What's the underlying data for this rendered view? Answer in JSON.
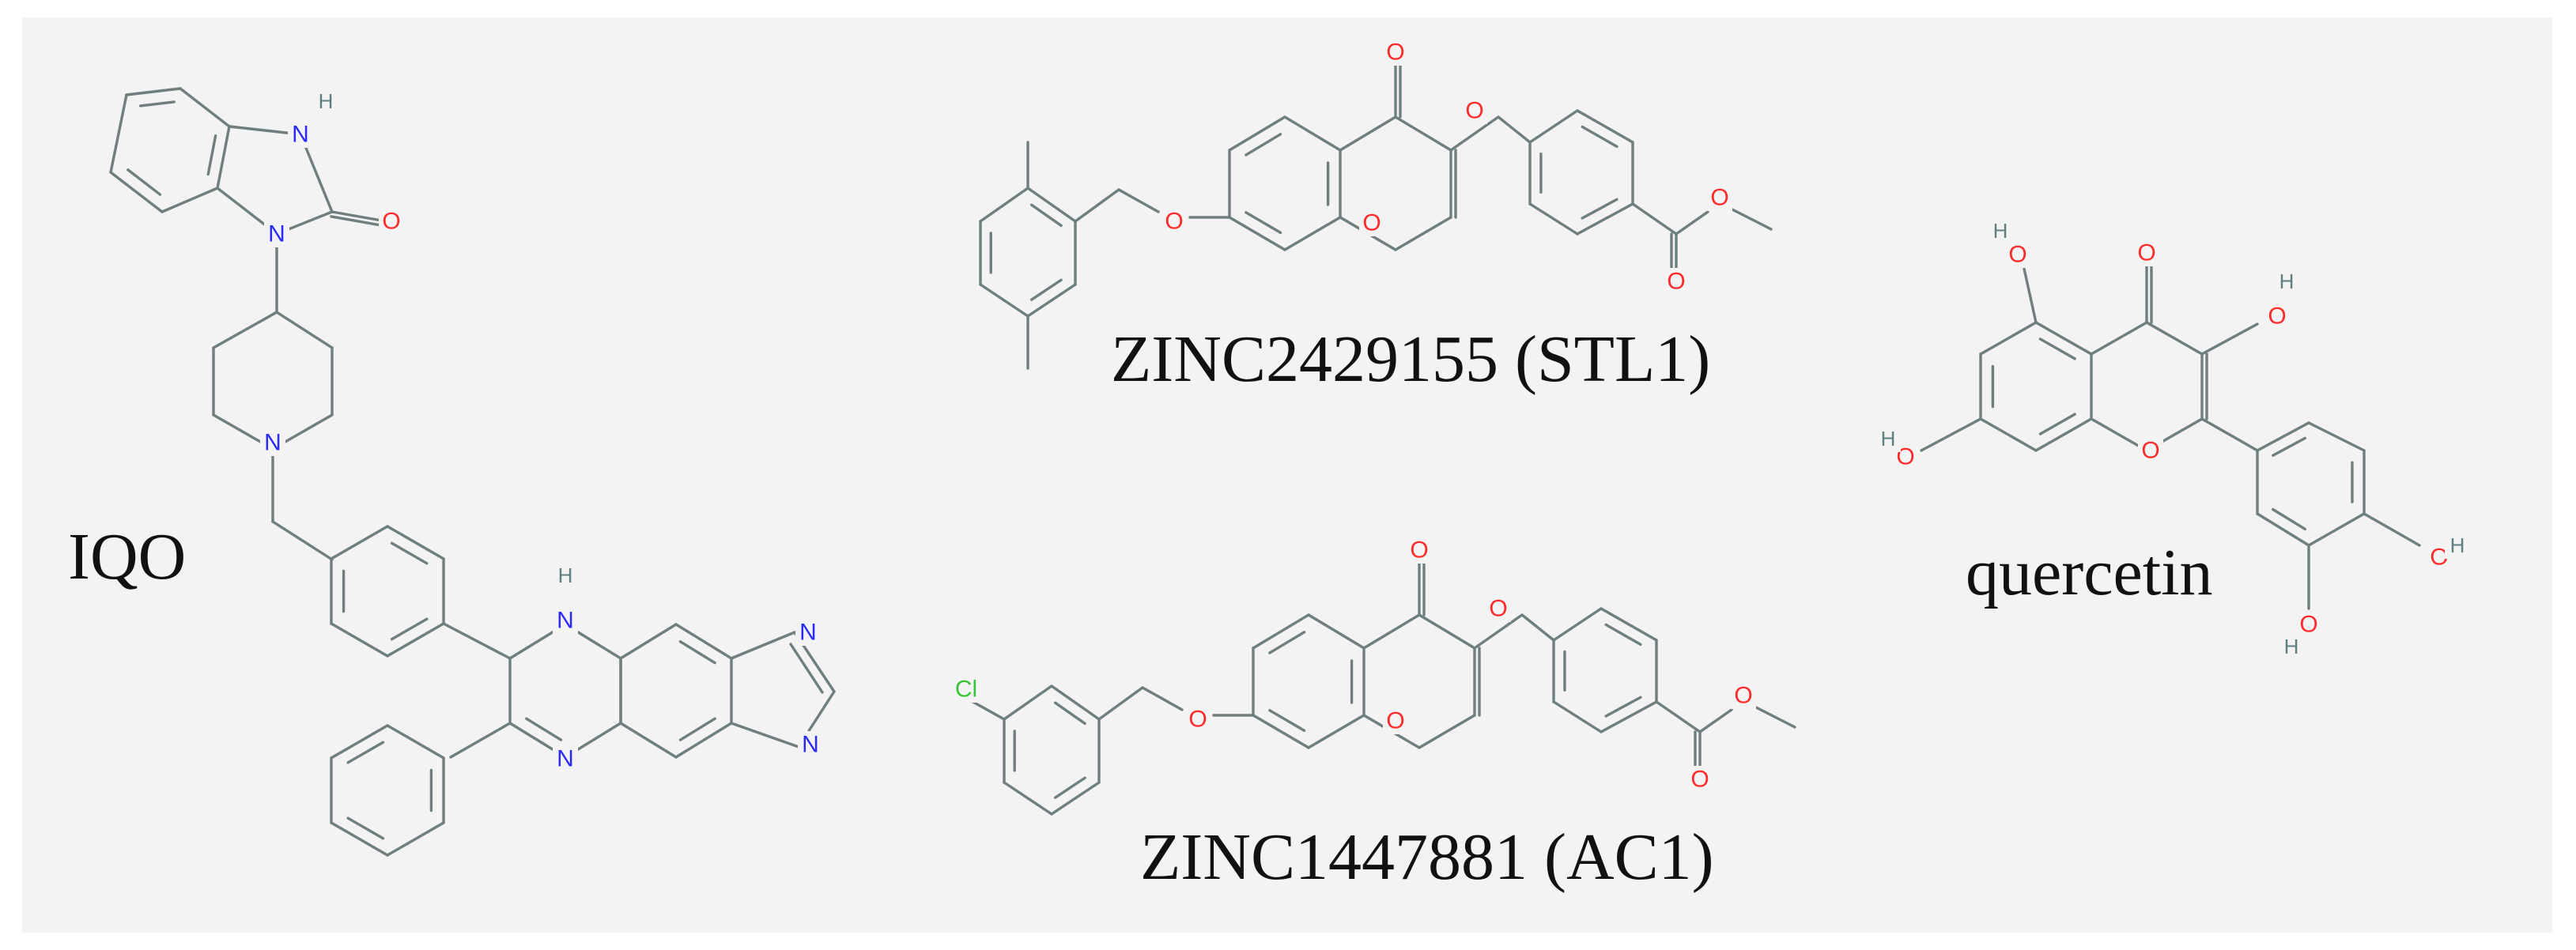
{
  "labels": {
    "iqo": "IQO",
    "stl1": "ZINC2429155 (STL1)",
    "ac1": "ZINC1447881 (AC1)",
    "quercetin": "quercetin"
  },
  "atoms": {
    "oxygen": "O",
    "nitrogen": "N",
    "hydrogen": "H",
    "chlorine": "Cl"
  },
  "colors": {
    "background": "#f3f3f3",
    "bond": "#6f7f7f",
    "oxygen": "#ff2a2a",
    "nitrogen": "#2a2aff",
    "hydrogen": "#5f7f7f",
    "chlorine": "#39c339",
    "label": "#111111"
  }
}
